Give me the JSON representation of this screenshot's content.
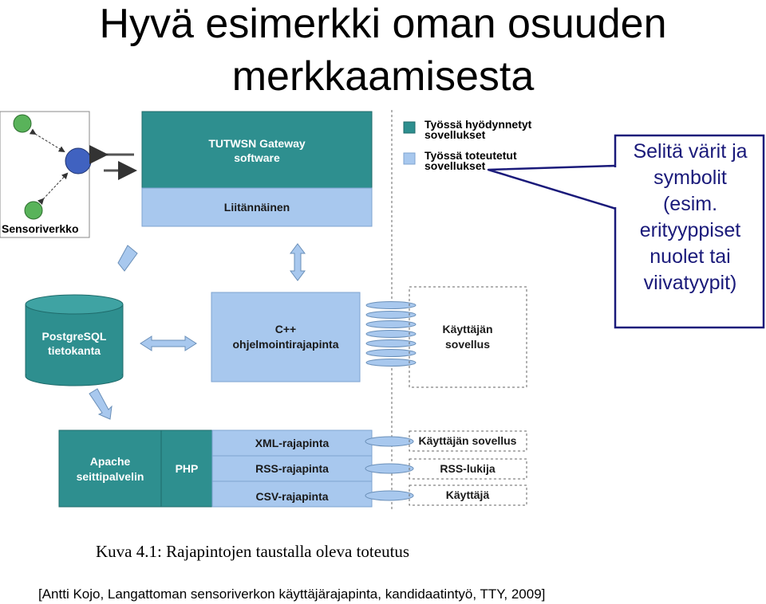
{
  "title": {
    "line1": "Hyvä esimerkki oman osuuden",
    "line2": "merkkaamisesta"
  },
  "sensor": {
    "label": "Sensoriverkko"
  },
  "legend": {
    "dark": "Työssä hyödynnetyt sovellukset",
    "dark_l1": "Työssä hyödynnetyt",
    "dark_l2": "sovellukset",
    "light_l1": "Työssä toteutetut",
    "light_l2": "sovellukset",
    "dark_color": "#2e8f8f",
    "light_color": "#a8c8ee"
  },
  "gateway": {
    "l1": "TUTWSN Gateway",
    "l2": "software",
    "sub": "Liitännäinen"
  },
  "db": {
    "l1": "PostgreSQL",
    "l2": "tietokanta"
  },
  "cpp": {
    "l1": "C++",
    "l2": "ohjelmointirajapinta"
  },
  "user_app": {
    "l1": "Käyttäjän",
    "l2": "sovellus"
  },
  "apache": {
    "l1": "Apache",
    "l2": "seittipalvelin",
    "php": "PHP"
  },
  "apis": [
    "XML-rajapinta",
    "RSS-rajapinta",
    "CSV-rajapinta"
  ],
  "clients": [
    "Käyttäjän sovellus",
    "RSS-lukija",
    "Käyttäjä"
  ],
  "callout": {
    "l1": "Selitä värit ja",
    "l2": "symbolit",
    "l3": "(esim.",
    "l4": "erityyppiset",
    "l5": "nuolet tai",
    "l6": "viivatyypit)"
  },
  "caption": "Kuva 4.1: Rajapintojen taustalla oleva toteutus",
  "citation": "[Antti Kojo, Langattoman sensoriverkon käyttäjärajapinta, kandidaatintyö, TTY, 2009]"
}
